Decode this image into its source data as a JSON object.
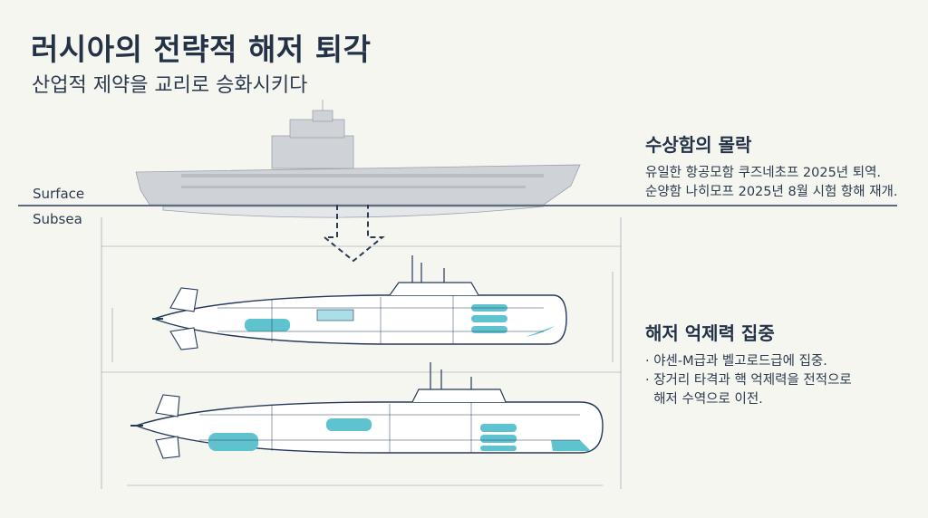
{
  "header": {
    "title": "러시아의 전략적 해저 퇴각",
    "subtitle": "산업적 제약을 교리로 승화시키다"
  },
  "depth_labels": {
    "surface": "Surface",
    "subsea": "Subsea"
  },
  "surface_panel": {
    "heading": "수상함의 몰락",
    "lines": [
      "유일한 항공모함 쿠즈네초프 2025년 퇴역.",
      "순양함 나히모프 2025년 8월 시험 항해 재개."
    ]
  },
  "deterrence_panel": {
    "heading": "해저 억제력 집중",
    "lines": [
      "· 야센-M급과 벨고로드급에 집중.",
      "· 장거리 타격과 핵 억제력을 전적으로",
      "  해저 수역으로 이전."
    ]
  },
  "colors": {
    "line": "#243a5a",
    "accent_teal": "#5fc3cf",
    "ship_grey": "#b9bfc5"
  }
}
